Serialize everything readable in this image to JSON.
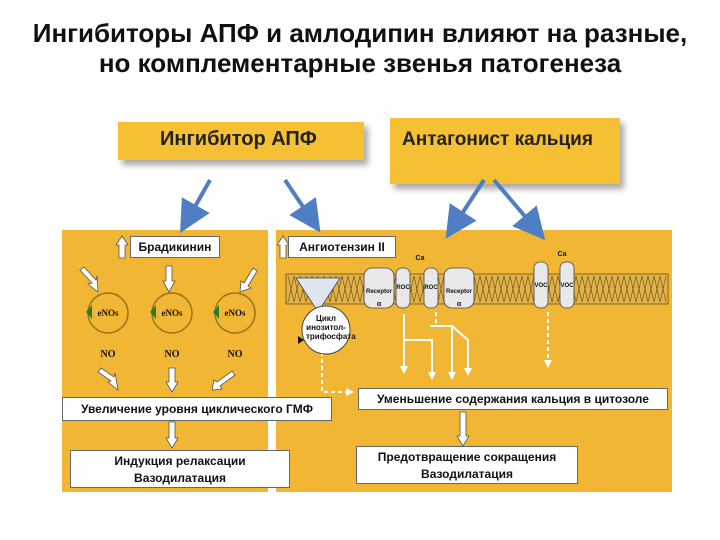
{
  "title": "Ингибиторы АПФ и амлодипин влияют на разные, но комплементарные звенья патогенеза",
  "boxes": {
    "ace": "Ингибитор АПФ",
    "calcium": "Антагонист кальция"
  },
  "left": {
    "bradykinin": "Брадикинин",
    "enos": [
      "eNOs",
      "eNOs",
      "eNOs"
    ],
    "no": [
      "NO",
      "NO",
      "NO"
    ],
    "cgmp": "Увеличение уровня циклического ГМФ",
    "relax_line1": "Индукция релаксации",
    "relax_line2": "Вазодилатация"
  },
  "right": {
    "angiotensin": "Ангиотензин II",
    "cycle": "Цикл инозитол-трифосфата",
    "ca_decrease": "Уменьшение содержания кальция в цитозоле",
    "prevent_line1": "Предотвращение сокращения",
    "prevent_line2": "Вазодилатация",
    "receptor": "Receptor",
    "roc": "ROC",
    "voc": "VOC",
    "ca": "Ca",
    "alpha": "α"
  },
  "colors": {
    "panel": "#f2b635",
    "box": "#f5c033",
    "arrow": "#4f7ec2"
  }
}
